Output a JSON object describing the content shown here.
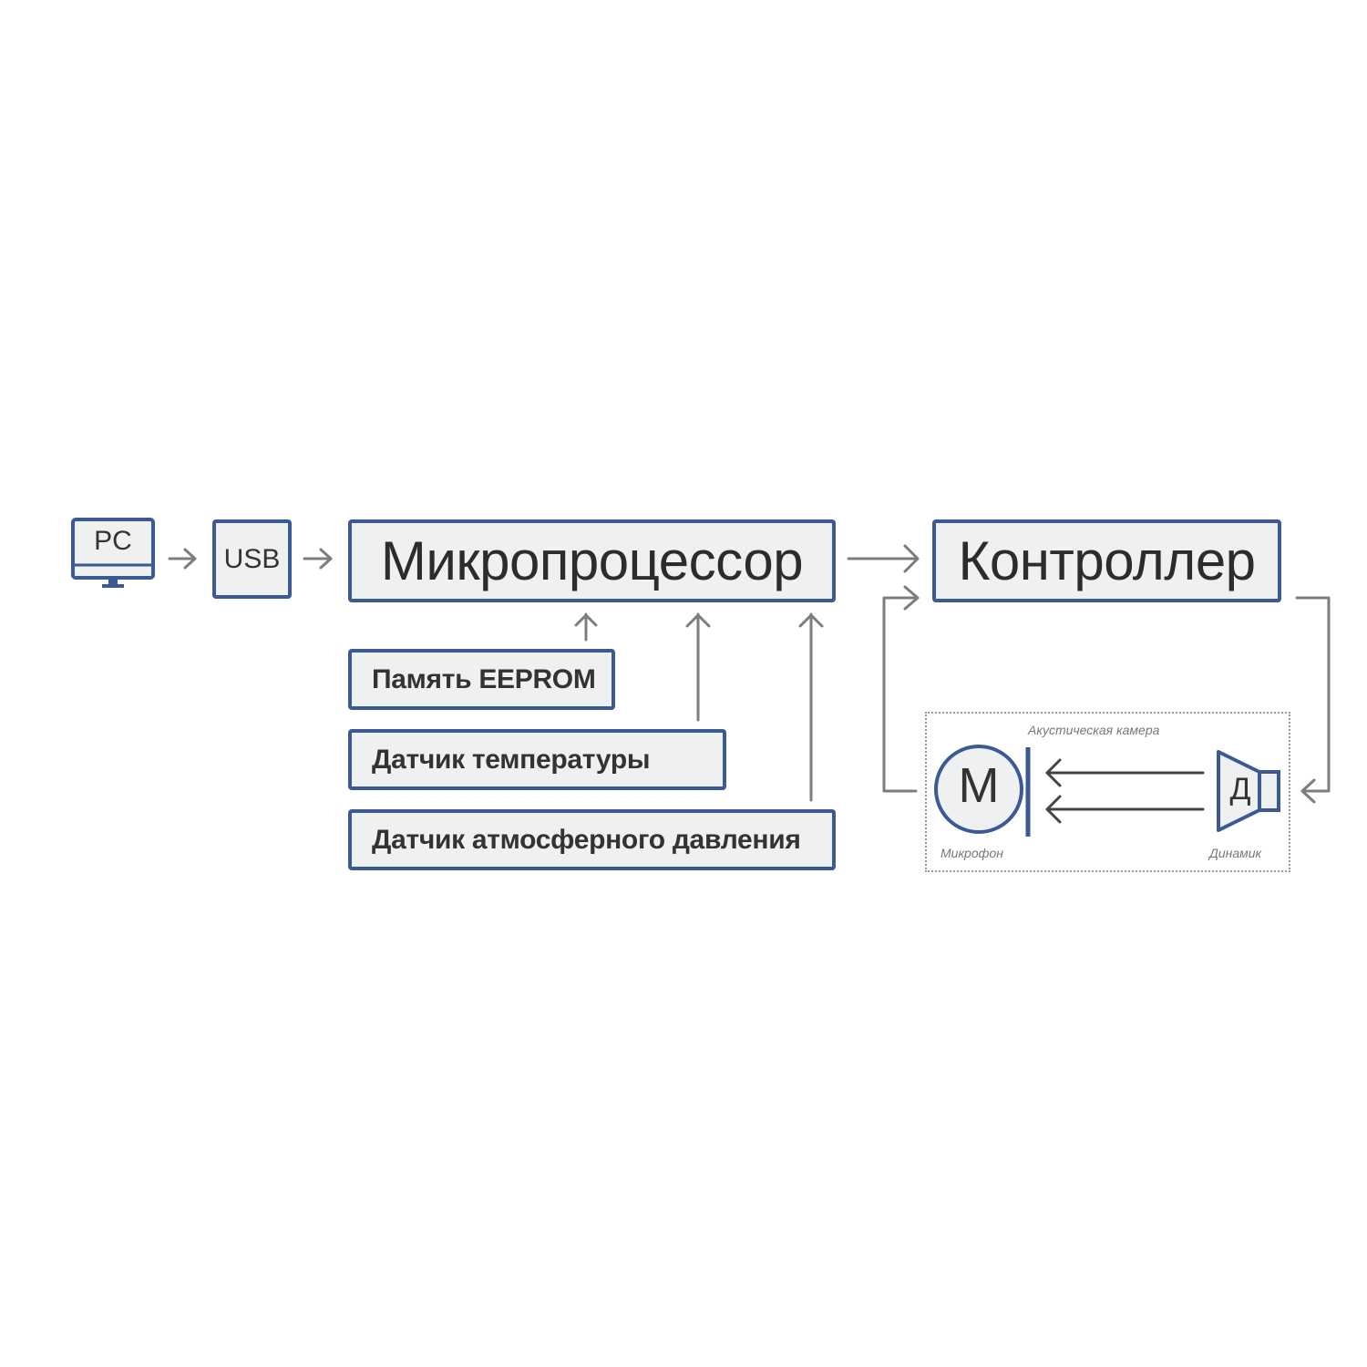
{
  "pc": {
    "label": "PC"
  },
  "usb": {
    "label": "USB"
  },
  "microprocessor": {
    "label": "Микропроцессор"
  },
  "controller": {
    "label": "Контроллер"
  },
  "inputs": [
    {
      "label": "Память EEPROM"
    },
    {
      "label": "Датчик температуры"
    },
    {
      "label": "Датчик атмосферного давления"
    }
  ],
  "chamber": {
    "label": "Акустическая камера",
    "microphone": {
      "symbol": "М",
      "label": "Микрофон"
    },
    "speaker": {
      "symbol": "Д",
      "label": "Динамик"
    }
  },
  "colors": {
    "border": "#3b5a94",
    "box_fill": "#eef0f2",
    "arrow": "#7d7d7d"
  }
}
